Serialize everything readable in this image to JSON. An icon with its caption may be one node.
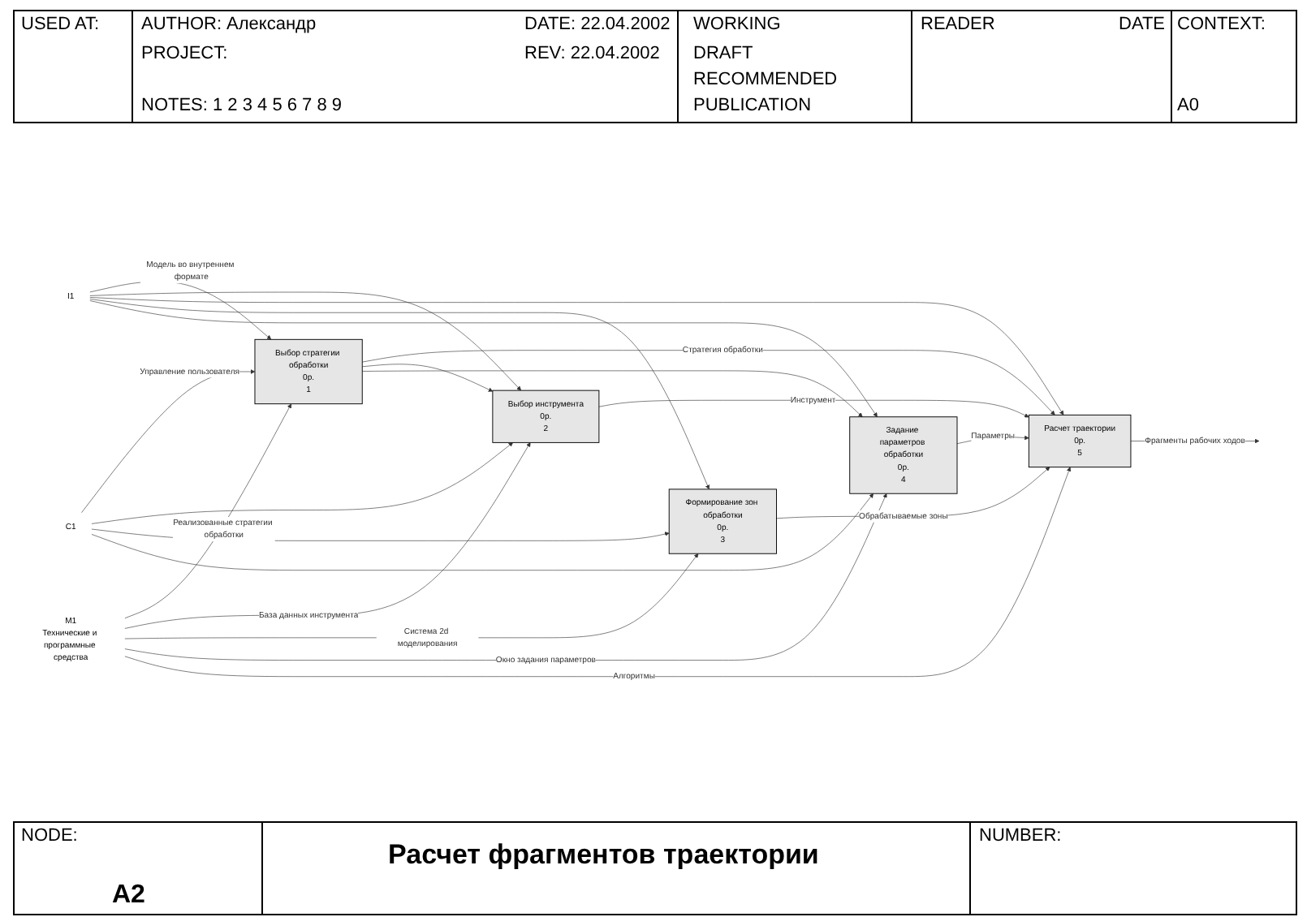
{
  "diagram": {
    "title": "Расчет фрагментов траектории",
    "nodes": [
      {
        "text": [
          "C1"
        ]
      },
      {
        "text": [
          "I1"
        ]
      },
      {
        "text": [
          "Выбор стратегии обработки",
          "0р.",
          "1"
        ]
      },
      {
        "text": [
          "Выбор инструмента",
          "0р.",
          "2"
        ]
      },
      {
        "text": [
          "Формирование зон обработки",
          "0р.",
          "3"
        ]
      },
      {
        "text": [
          "Задание параметров обработки",
          "0р.",
          "4"
        ]
      },
      {
        "text": [
          "Расчет траектории",
          "0р.",
          "5"
        ]
      },
      {
        "text": [
          "M1",
          "Технические и программные средства"
        ]
      }
    ],
    "edges": [
      {
        "from": 0,
        "to": 2,
        "arrow": "to",
        "label": "Управление пользователя"
      },
      {
        "from": 0,
        "to": 3,
        "arrow": "to"
      },
      {
        "from": 0,
        "to": 4,
        "arrow": "to"
      },
      {
        "from": 0,
        "to": 5,
        "arrow": "to"
      },
      {
        "from": 1,
        "to": 2,
        "arrow": "to",
        "label": "Модель во внутреннем формате"
      },
      {
        "from": 1,
        "to": 3,
        "arrow": "to"
      },
      {
        "from": 1,
        "to": 6,
        "arrow": "to"
      },
      {
        "from": 1,
        "to": 4,
        "arrow": "to"
      },
      {
        "from": 1,
        "to": 5,
        "arrow": "to"
      },
      {
        "from": 2,
        "to": 6,
        "arrow": "to",
        "label": "Стратегия обработки"
      },
      {
        "from": 2,
        "to": 3,
        "arrow": "to"
      },
      {
        "from": 2,
        "to": 5,
        "arrow": "to"
      },
      {
        "from": 3,
        "to": 6,
        "arrow": "to",
        "label": "Инструмент"
      },
      {
        "from": 4,
        "to": 6,
        "arrow": "to",
        "label": "Обрабатываемые зоны"
      },
      {
        "from": 5,
        "to": 6,
        "arrow": "to",
        "label": "Параметры"
      },
      {
        "from": 6,
        "to": null,
        "arrow": "to",
        "label": "Фрагменты рабочих ходов"
      },
      {
        "from": 7,
        "to": 2,
        "arrow": "to",
        "label": "Реализованные стратегии обработки"
      },
      {
        "from": 7,
        "to": 3,
        "arrow": "to",
        "label": "База данных инструмента"
      },
      {
        "from": 7,
        "to": 4,
        "arrow": "to",
        "label": "Система 2d моделирования"
      },
      {
        "from": 7,
        "to": 5,
        "arrow": "to",
        "label": "Окно задания параметров"
      },
      {
        "from": 7,
        "to": 6,
        "arrow": "to",
        "label": "Алгоритмы"
      }
    ],
    "labels": [
      "USED AT:",
      "AUTHOR: Александр",
      "PROJECT:",
      "NOTES: 1 2 3 4 5 6 7 8 9",
      "DATE: 22.04.2002",
      "REV: 22.04.2002",
      "WORKING",
      "DRAFT",
      "RECOMMENDED",
      "PUBLICATION",
      "READER",
      "DATE",
      "CONTEXT:",
      "A0",
      "NODE:",
      "A2",
      "NUMBER:"
    ]
  }
}
